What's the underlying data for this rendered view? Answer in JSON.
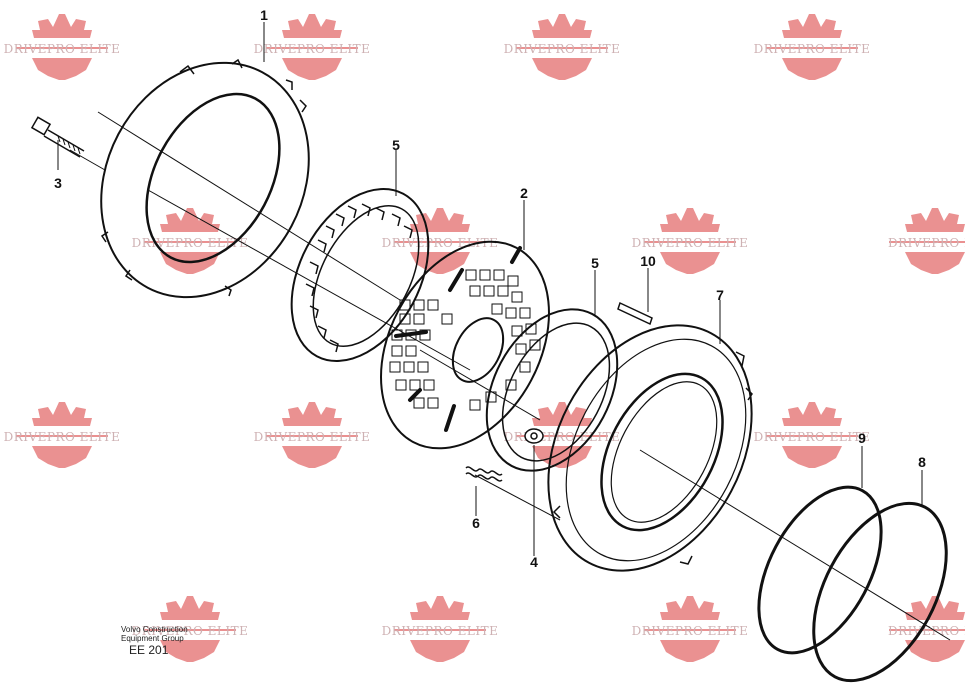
{
  "watermark": {
    "text": "DRIVEPRO ELITE",
    "logo": "gear-logo",
    "color": "#e07878"
  },
  "callouts": [
    "1",
    "2",
    "3",
    "4",
    "5",
    "5",
    "6",
    "7",
    "8",
    "9",
    "10"
  ],
  "credit": {
    "line1": "Volvo Construction",
    "line2": "Equipment Group"
  },
  "figure_code": "EE 201"
}
